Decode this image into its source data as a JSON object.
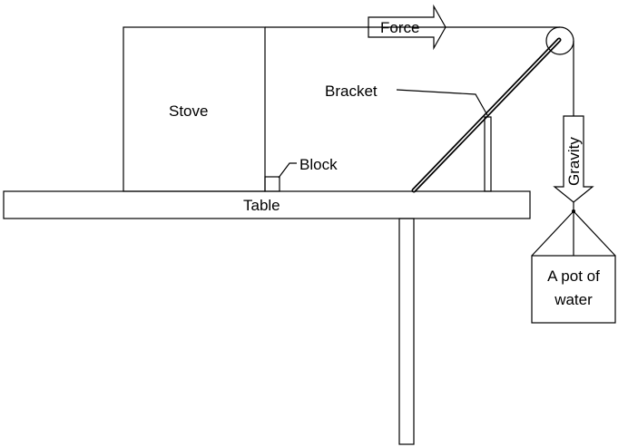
{
  "labels": {
    "stove": "Stove",
    "block": "Block",
    "table": "Table",
    "bracket": "Bracket",
    "force": "Force",
    "gravity": "Gravity",
    "pot_line1": "A pot of",
    "pot_line2": "water"
  },
  "colors": {
    "stroke": "#000000",
    "stove_fill": "#e6e6e6",
    "hatch": "#8a8a8a",
    "background": "#ffffff"
  }
}
